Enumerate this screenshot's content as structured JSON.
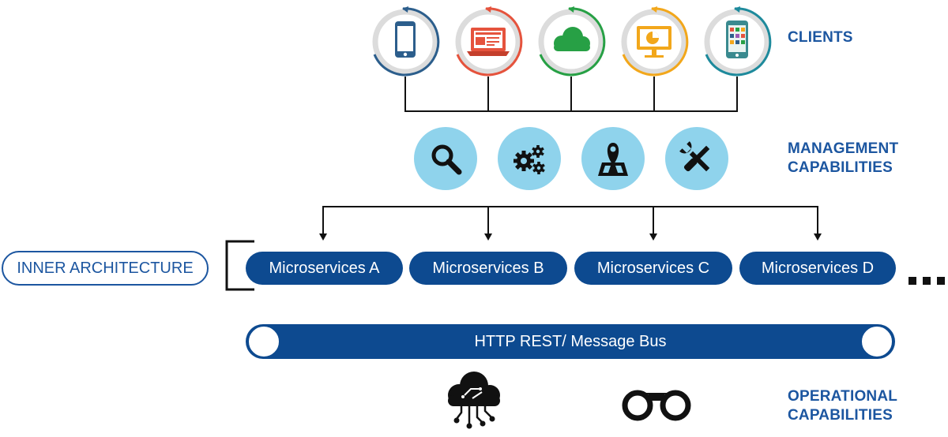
{
  "labels": {
    "clients": "CLIENTS",
    "management_line1": "MANAGEMENT",
    "management_line2": "CAPABILITIES",
    "operational_line1": "OPERATIONAL",
    "operational_line2": "CAPABILITIES"
  },
  "inner_architecture": "INNER ARCHITECTURE",
  "microservices": [
    "Microservices A",
    "Microservices B",
    "Microservices C",
    "Microservices D"
  ],
  "bus": "HTTP REST/ Message Bus",
  "clients": [
    {
      "icon": "smartphone-icon",
      "color": "#2c5e8c"
    },
    {
      "icon": "laptop-icon",
      "color": "#e5533d"
    },
    {
      "icon": "cloud-icon",
      "color": "#27a045"
    },
    {
      "icon": "monitor-chart-icon",
      "color": "#f2a71b"
    },
    {
      "icon": "tablet-apps-icon",
      "color": "#1e8a9c"
    }
  ],
  "management": [
    {
      "icon": "magnifier-icon"
    },
    {
      "icon": "gears-icon"
    },
    {
      "icon": "map-pin-icon"
    },
    {
      "icon": "tools-icon"
    }
  ],
  "operational": [
    {
      "icon": "cloud-circuit-icon"
    },
    {
      "icon": "binoculars-icon"
    }
  ],
  "colors": {
    "label_blue": "#1c56a0",
    "pill_blue": "#0d4a90",
    "mgmt_circle": "#8fd3ec",
    "line": "#111111"
  }
}
